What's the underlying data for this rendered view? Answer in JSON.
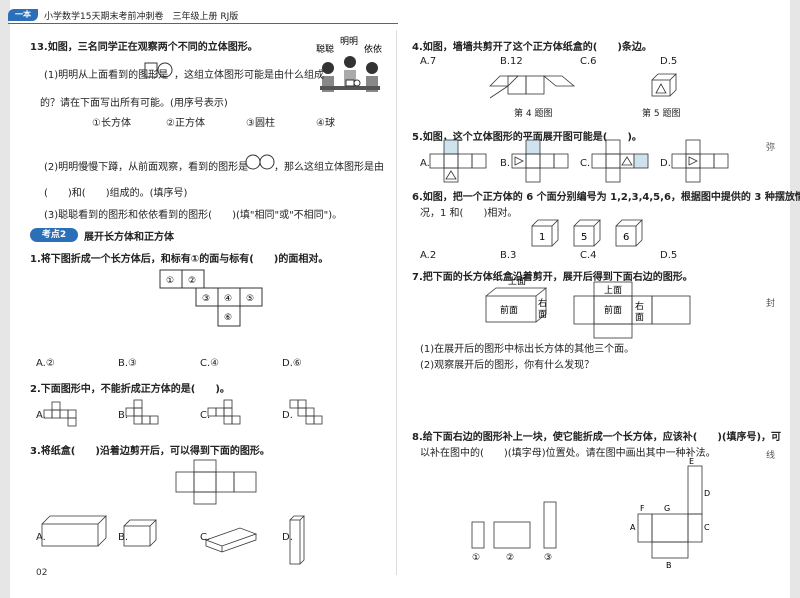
{
  "header": {
    "logo_text": "一本",
    "title": "小学数学15天期末考前冲刺卷　三年级上册 RJ版"
  },
  "q13": {
    "stem": "13.如图，三名同学正在观察两个不同的立体图形。",
    "names": [
      "聪聪",
      "明明",
      "依依"
    ],
    "p1_a": "(1)明明从上面看到的图形是",
    "p1_b": "，这组立体图形可能是由什么组成",
    "p1_c": "的？请在下面写出所有可能。(用序号表示)",
    "options": [
      "①长方体",
      "②正方体",
      "③圆柱",
      "④球"
    ],
    "p2_a": "(2)明明慢慢下蹲，从前面观察，看到的图形是",
    "p2_b": "，那么这组立体图形是由",
    "p2_c": "(　　)和(　　)组成的。(填序号)",
    "p3": "(3)聪聪看到的图形和依依看到的图形(　　)(填\"相同\"或\"不相同\")。"
  },
  "kd": {
    "badge": "考点2",
    "title": "展开长方体和正方体"
  },
  "q1": {
    "stem": "1.将下图折成一个长方体后，和标有①的面与标有(　　)的面相对。",
    "faces": [
      "①",
      "②",
      "③",
      "④",
      "⑤",
      "⑥"
    ],
    "options": [
      "A.②",
      "B.③",
      "C.④",
      "D.⑥"
    ]
  },
  "q2": {
    "stem": "2.下面图形中，不能折成正方体的是(　　)。",
    "options": [
      "A.",
      "B.",
      "C.",
      "D."
    ]
  },
  "q3": {
    "stem": "3.将纸盒(　　)沿着边剪开后，可以得到下面的图形。",
    "options": [
      "A.",
      "B.",
      "C.",
      "D."
    ]
  },
  "q4": {
    "stem": "4.如图，墙墙共剪开了这个正方体纸盒的(　　)条边。",
    "options": [
      "A.7",
      "B.12",
      "C.6",
      "D.5"
    ],
    "cap4": "第 4 题图",
    "cap5": "第 5 题图"
  },
  "q5": {
    "stem": "5.如图，这个立体图形的平面展开图可能是(　　)。",
    "options": [
      "A.",
      "B.",
      "C.",
      "D."
    ]
  },
  "q6": {
    "stem1": "6.如图，把一个正方体的 6 个面分别编号为 1,2,3,4,5,6，根据图中提供的 3 种摆放情",
    "stem2": "况，1 和(　　)相对。",
    "cubes": [
      "1",
      "5",
      "6"
    ],
    "options": [
      "A.2",
      "B.3",
      "C.4",
      "D.5"
    ]
  },
  "q7": {
    "stem": "7.把下面的长方体纸盒沿着剪开，展开后得到下面右边的图形。",
    "box_top": "上面",
    "box_front": "前面",
    "box_right": "右面",
    "net_top": "上面",
    "net_front": "前面",
    "net_right": "右面",
    "p1": "(1)在展开后的图形中标出长方体的其他三个面。",
    "p2": "(2)观察展开后的图形，你有什么发现？"
  },
  "q8": {
    "stem1": "8.给下面右边的图形补上一块，使它能折成一个长方体，应该补(　　)(填序号)，可",
    "stem2": "以补在图中的(　　)(填字母)位置处。请在图中画出其中一种补法。",
    "pieces": [
      "①",
      "②",
      "③"
    ],
    "letters": [
      "E",
      "D",
      "F",
      "G",
      "A",
      "C",
      "B"
    ]
  },
  "side": [
    "弥",
    "封",
    "线"
  ],
  "page_number": "02"
}
